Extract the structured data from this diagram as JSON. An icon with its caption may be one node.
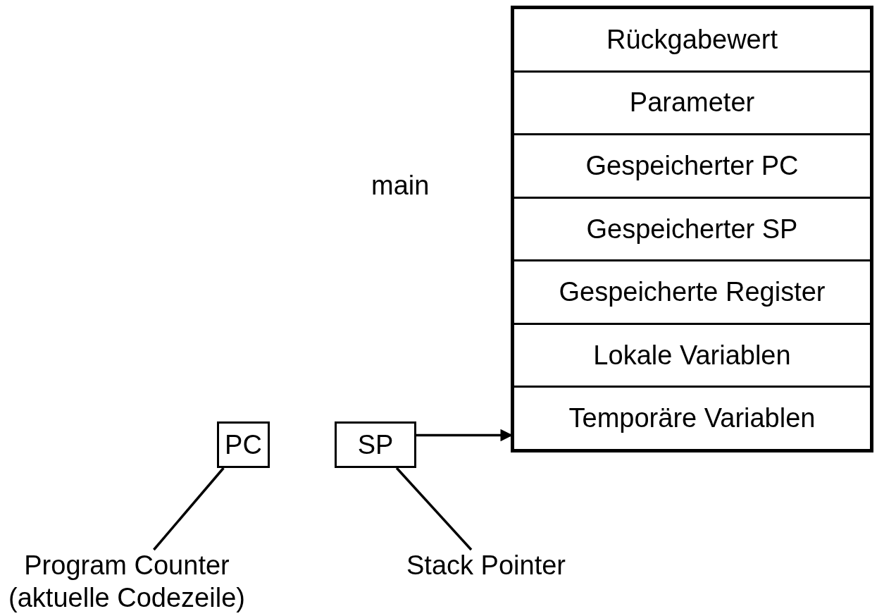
{
  "diagram": {
    "nodes": [
      {
        "text": [],
        "shape": "box",
        "beside": [
          "main"
        ]
      },
      {
        "text": [
          "Rückgabewert"
        ],
        "in": 0
      },
      {
        "text": [
          "Parameter"
        ],
        "in": 0
      },
      {
        "text": [
          "Gespeicherter PC"
        ],
        "in": 0
      },
      {
        "text": [
          "Gespeicherter SP"
        ],
        "in": 0
      },
      {
        "text": [
          "Gespeicherte Register"
        ],
        "in": 0
      },
      {
        "text": [
          "Lokale Variablen"
        ],
        "in": 0
      },
      {
        "text": [
          "Temporäre Variablen"
        ],
        "in": 0
      },
      {
        "text": [
          "PC"
        ]
      },
      {
        "text": [
          "SP"
        ]
      },
      {
        "text": [
          "Program Counter (aktuelle Codezeile)"
        ]
      },
      {
        "text": [
          "Stack Pointer"
        ]
      }
    ],
    "edges": [
      {
        "from": 9,
        "to": 7,
        "arrow": "to"
      },
      {
        "from": 10,
        "to": 8,
        "arrow": "none"
      },
      {
        "from": 11,
        "to": 9,
        "arrow": "none"
      }
    ]
  }
}
